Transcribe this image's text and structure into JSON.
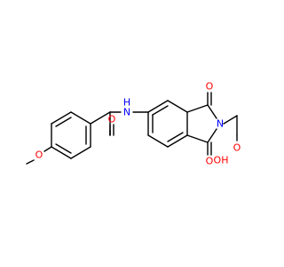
{
  "molecule": {
    "atoms": {
      "methoxy_o": {
        "label": "O",
        "color": "#ff0000"
      },
      "amide_n": {
        "label": "N",
        "color": "#0000ff"
      },
      "amide_h": {
        "label": "H",
        "color": "#0000ff"
      },
      "amide_o": {
        "label": "O",
        "color": "#ff0000"
      },
      "imide_o_top": {
        "label": "O",
        "color": "#ff0000"
      },
      "imide_o_bottom": {
        "label": "O",
        "color": "#ff0000"
      },
      "imide_n": {
        "label": "N",
        "color": "#0000ff"
      },
      "acid_o": {
        "label": "O",
        "color": "#ff0000"
      },
      "acid_oh": {
        "label": "OH",
        "color": "#ff0000"
      }
    },
    "bond_color": "#000000"
  }
}
